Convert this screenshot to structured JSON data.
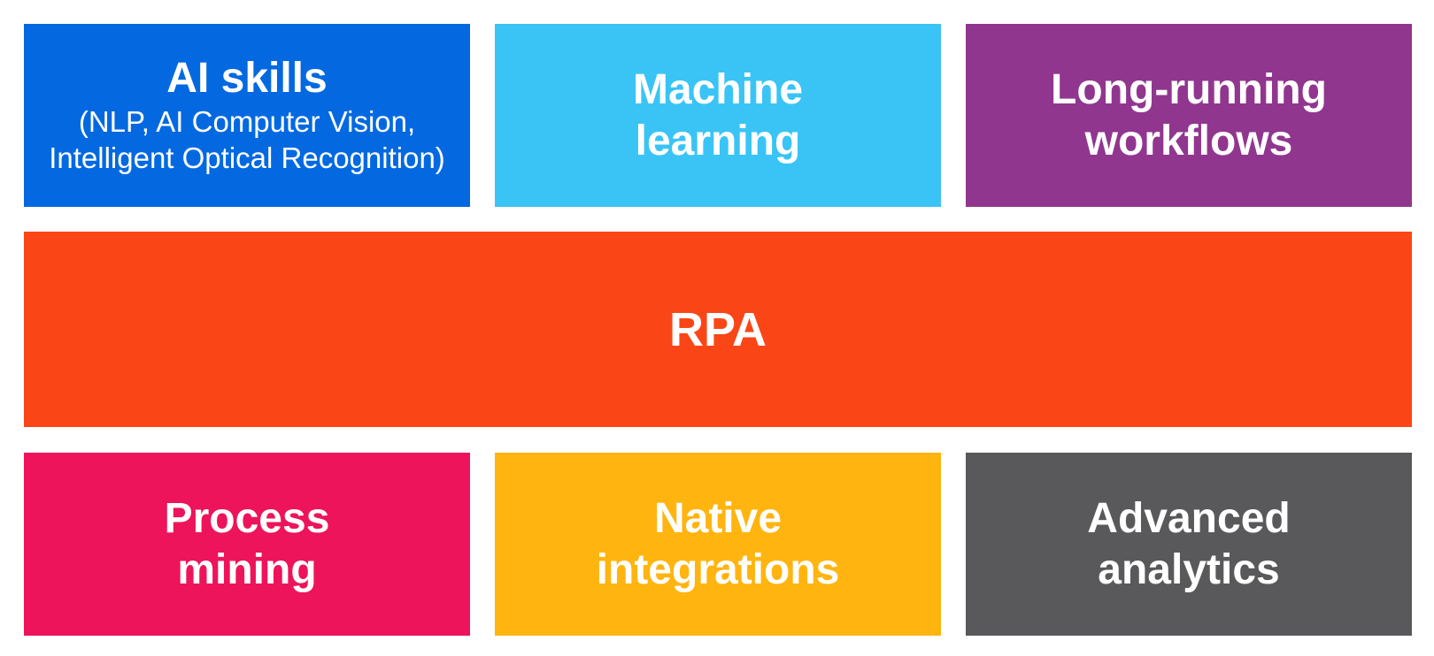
{
  "tiles": {
    "ai_skills": {
      "title": "AI skills",
      "subtitle": "(NLP, AI Computer Vision,\nIntelligent Optical Recognition)",
      "color": "#0469E1"
    },
    "machine_learning": {
      "title": "Machine\nlearning",
      "color": "#3AC4F5"
    },
    "long_running_workflows": {
      "title": "Long-running\nworkflows",
      "color": "#91368F"
    },
    "rpa": {
      "title": "RPA",
      "color": "#FA4616"
    },
    "process_mining": {
      "title": "Process\nmining",
      "color": "#ED145B"
    },
    "native_integrations": {
      "title": "Native\nintegrations",
      "color": "#FFB40F"
    },
    "advanced_analytics": {
      "title": "Advanced\nanalytics",
      "color": "#59595B"
    }
  }
}
